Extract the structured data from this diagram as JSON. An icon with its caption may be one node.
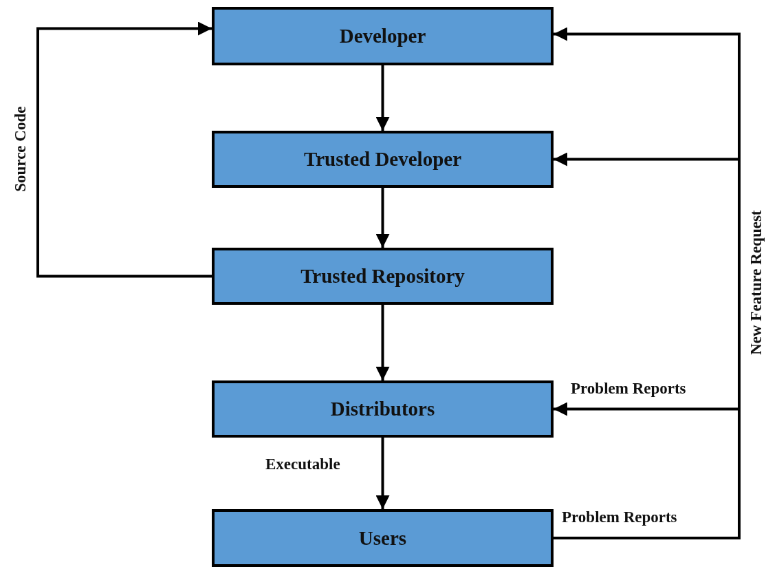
{
  "diagram": {
    "nodes": [
      {
        "text": [
          "Developer"
        ]
      },
      {
        "text": [
          "Trusted Developer"
        ]
      },
      {
        "text": [
          "Trusted Repository"
        ]
      },
      {
        "text": [
          "Distributors"
        ]
      },
      {
        "text": [
          "Users"
        ]
      }
    ],
    "edges": [
      {
        "from": 0,
        "to": 1,
        "arrow": "to"
      },
      {
        "from": 1,
        "to": 2,
        "arrow": "to"
      },
      {
        "from": 2,
        "to": 3,
        "arrow": "to"
      },
      {
        "from": 3,
        "to": 4,
        "arrow": "to",
        "label": "Executable"
      },
      {
        "from": 2,
        "to": 0,
        "arrow": "to",
        "label": "Source Code"
      },
      {
        "from": 4,
        "to": 3,
        "arrow": "to",
        "label": "Problem Reports"
      },
      {
        "from": 4,
        "to": 1,
        "arrow": "to"
      },
      {
        "from": 4,
        "to": 0,
        "arrow": "to",
        "label": "New Feature Request"
      }
    ],
    "labels": [
      "Problem Reports"
    ]
  }
}
